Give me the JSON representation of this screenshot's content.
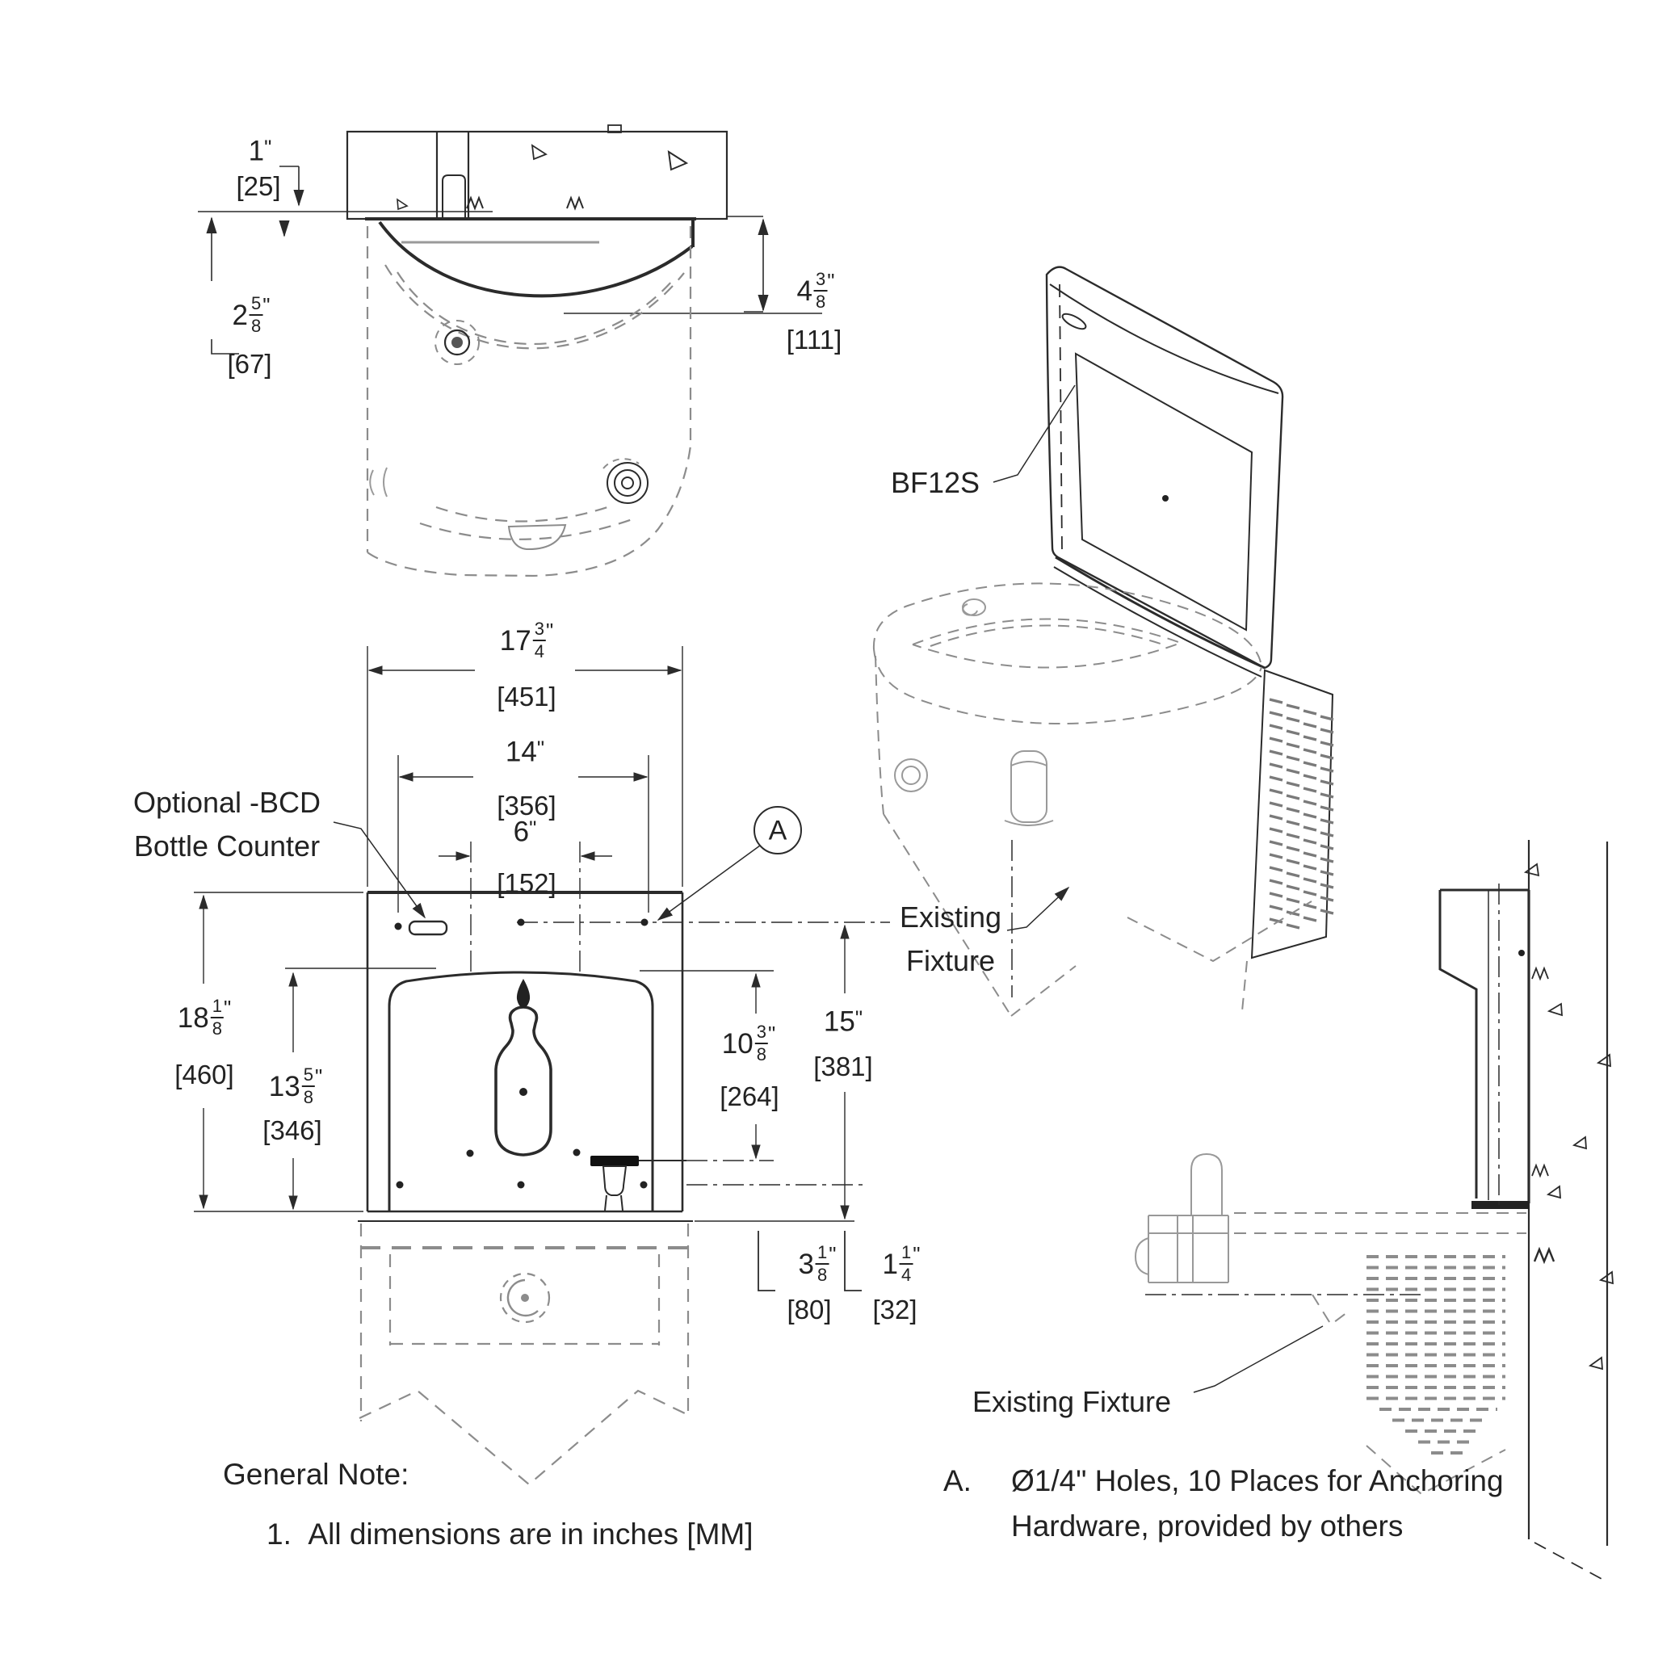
{
  "colors": {
    "ink": "#2b2b2b",
    "ghost": "#8c8c8c",
    "light": "#9a9a9a",
    "bg": "#ffffff"
  },
  "labels": {
    "model": "BF12S",
    "callout_a": "A",
    "optional_bcd": [
      "Optional -BCD",
      "Bottle Counter"
    ],
    "existing_fixture_iso": [
      "Existing",
      "Fixture"
    ],
    "existing_fixture_side": "Existing Fixture"
  },
  "dimensions": {
    "d25": {
      "whole": "1",
      "unit": "\"",
      "mm": "[25]"
    },
    "d67": {
      "whole": "2",
      "num": "5",
      "den": "8",
      "unit": "\"",
      "mm": "[67]"
    },
    "d111": {
      "whole": "4",
      "num": "3",
      "den": "8",
      "unit": "\"",
      "mm": "[111]"
    },
    "d451": {
      "whole": "17",
      "num": "3",
      "den": "4",
      "unit": "\"",
      "mm": "[451]"
    },
    "d356": {
      "whole": "14",
      "unit": "\"",
      "mm": "[356]"
    },
    "d152": {
      "whole": "6",
      "unit": "\"",
      "mm": "[152]"
    },
    "d460": {
      "whole": "18",
      "num": "1",
      "den": "8",
      "unit": "\"",
      "mm": "[460]"
    },
    "d346": {
      "whole": "13",
      "num": "5",
      "den": "8",
      "unit": "\"",
      "mm": "[346]"
    },
    "d264": {
      "whole": "10",
      "num": "3",
      "den": "8",
      "unit": "\"",
      "mm": "[264]"
    },
    "d381": {
      "whole": "15",
      "unit": "\"",
      "mm": "[381]"
    },
    "d80": {
      "whole": "3",
      "num": "1",
      "den": "8",
      "unit": "\"",
      "mm": "[80]"
    },
    "d32": {
      "whole": "1",
      "num": "1",
      "den": "4",
      "unit": "\"",
      "mm": "[32]"
    }
  },
  "notes": {
    "general_title": "General Note:",
    "general_item_no": "1.",
    "general_item_text": "All dimensions are in inches [MM]",
    "note_a_id": "A.",
    "note_a_line1": "Ø1/4\" Holes, 10 Places for Anchoring",
    "note_a_line2": "Hardware, provided by others"
  }
}
